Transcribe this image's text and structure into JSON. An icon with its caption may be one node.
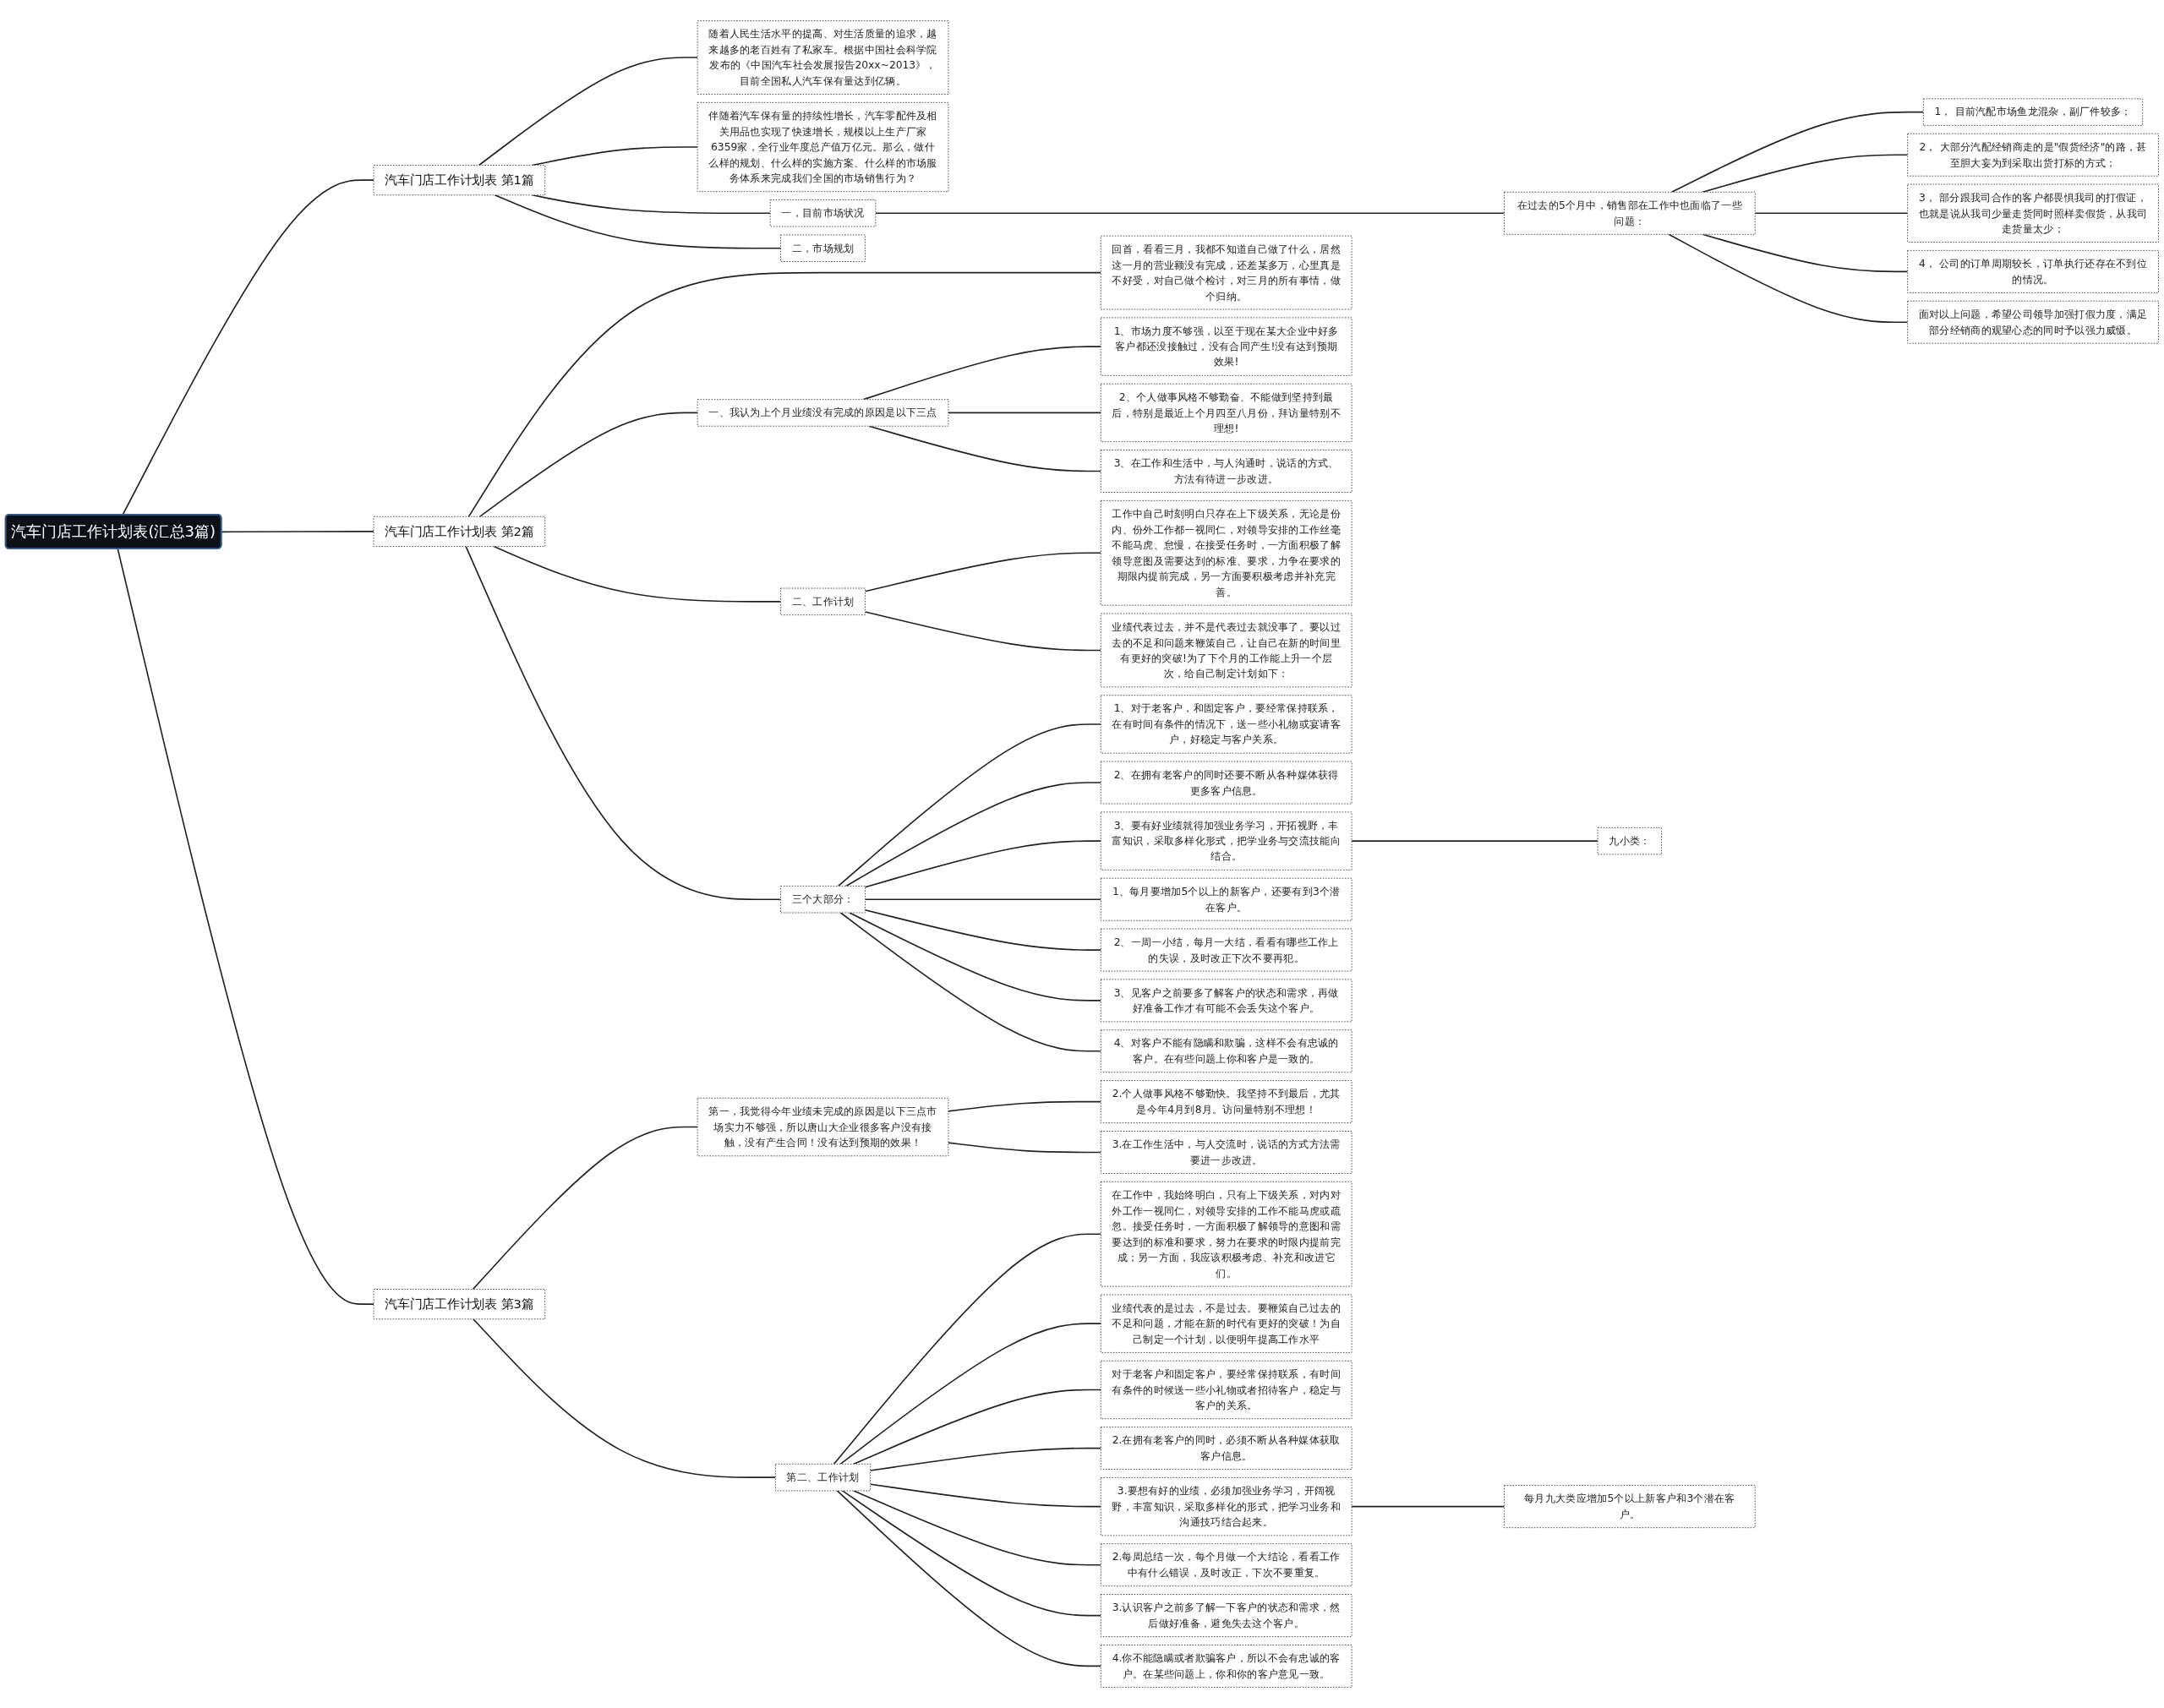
{
  "diagram": {
    "nodes": [
      {
        "text": [
          "汽车门店工作计划表(汇总3篇)"
        ]
      },
      {
        "text": [
          "汽车门店工作计划表 第1篇"
        ]
      },
      {
        "text": [
          "随着人民生活水平的提高、对生活质量的追求，越来越多的老百姓有了私家车。根据中国社会科学院发布的《中国汽车社会发展报告20xx~2013》，目前全国私人汽车保有量达到亿辆。"
        ]
      },
      {
        "text": [
          "伴随着汽车保有量的持续性增长，汽车零配件及相关用品也实现了快速增长，规模以上生产厂家6359家，全行业年度总产值万亿元。那么，做什么样的规划、什么样的实施方案、什么样的市场服务体系来完成我们全国的市场销售行为？"
        ]
      },
      {
        "text": [
          "一，目前市场状况"
        ]
      },
      {
        "text": [
          "在过去的5个月中，销售部在工作中也面临了一些问题："
        ]
      },
      {
        "text": [
          "1， 目前汽配市场鱼龙混杂，副厂件较多；"
        ]
      },
      {
        "text": [
          "2， 大部分汽配经销商走的是\"假货经济\"的路，甚至胆大妄为到采取出货打标的方式；"
        ]
      },
      {
        "text": [
          "3， 部分跟我司合作的客户都畏惧我司的打假证，也就是说从我司少量走货同时照样卖假货，从我司走货量太少；"
        ]
      },
      {
        "text": [
          "4， 公司的订单周期较长，订单执行还存在不到位的情况。"
        ]
      },
      {
        "text": [
          "面对以上问题，希望公司领导加强打假力度，满足部分经销商的观望心态的同时予以强力威慑。"
        ]
      },
      {
        "text": [
          "二，市场规划"
        ]
      },
      {
        "text": [
          "汽车门店工作计划表 第2篇"
        ]
      },
      {
        "text": [
          "回首，看看三月，我都不知道自己做了什么，居然这一月的营业额没有完成，还差某多万，心里真是不好受，对自己做个检讨，对三月的所有事情，做个归纳。"
        ]
      },
      {
        "text": [
          "一、我认为上个月业绩没有完成的原因是以下三点"
        ]
      },
      {
        "text": [
          "1、市场力度不够强，以至于现在某大企业中好多客户都还没接触过，没有合同产生!没有达到预期效果!"
        ]
      },
      {
        "text": [
          "2、个人做事风格不够勤奋、不能做到坚持到最后，特别是最近上个月四至八月份，拜访量特别不理想!"
        ]
      },
      {
        "text": [
          "3、在工作和生活中，与人沟通时，说话的方式、方法有待进一步改进。"
        ]
      },
      {
        "text": [
          "二、工作计划"
        ]
      },
      {
        "text": [
          "工作中自己时刻明白只存在上下级关系，无论是份内、份外工作都一视同仁，对领导安排的工作丝毫不能马虎、怠慢，在接受任务时，一方面积极了解领导意图及需要达到的标准、要求，力争在要求的期限内提前完成，另一方面要积极考虑并补充完善。"
        ]
      },
      {
        "text": [
          "业绩代表过去，并不是代表过去就没事了。要以过去的不足和问题来鞭策自己，让自己在新的时间里有更好的突破!为了下个月的工作能上升一个层次，给自己制定计划如下："
        ]
      },
      {
        "text": [
          "三个大部分："
        ]
      },
      {
        "text": [
          "1、对于老客户，和固定客户，要经常保持联系，在有时间有条件的情况下，送一些小礼物或宴请客户，好稳定与客户关系。"
        ]
      },
      {
        "text": [
          "2、在拥有老客户的同时还要不断从各种媒体获得更多客户信息。"
        ]
      },
      {
        "text": [
          "3、要有好业绩就得加强业务学习，开拓视野，丰富知识，采取多样化形式，把学业务与交流技能向结合。"
        ]
      },
      {
        "text": [
          "九小类："
        ]
      },
      {
        "text": [
          "1、每月要增加5个以上的新客户，还要有到3个潜在客户。"
        ]
      },
      {
        "text": [
          "2、一周一小结，每月一大结，看看有哪些工作上的失误，及时改正下次不要再犯。"
        ]
      },
      {
        "text": [
          "3、见客户之前要多了解客户的状态和需求，再做好准备工作才有可能不会丢失这个客户。"
        ]
      },
      {
        "text": [
          "4、对客户不能有隐瞒和欺骗，这样不会有忠诚的客户。在有些问题上你和客户是一致的。"
        ]
      },
      {
        "text": [
          "汽车门店工作计划表 第3篇"
        ]
      },
      {
        "text": [
          "第一，我觉得今年业绩未完成的原因是以下三点市场实力不够强，所以唐山大企业很多客户没有接触，没有产生合同！没有达到预期的效果！"
        ]
      },
      {
        "text": [
          "2.个人做事风格不够勤快。我坚持不到最后，尤其是今年4月到8月。访问量特别不理想！"
        ]
      },
      {
        "text": [
          "3.在工作生活中，与人交流时，说话的方式方法需要进一步改进。"
        ]
      },
      {
        "text": [
          "第二、工作计划"
        ]
      },
      {
        "text": [
          "在工作中，我始终明白，只有上下级关系，对内对外工作一视同仁，对领导安排的工作不能马虎或疏忽。接受任务时，一方面积极了解领导的意图和需要达到的标准和要求，努力在要求的时限内提前完成；另一方面，我应该积极考虑、补充和改进它们。"
        ]
      },
      {
        "text": [
          "业绩代表的是过去，不是过去。要鞭策自己过去的不足和问题，才能在新的时代有更好的突破！为自己制定一个计划，以便明年提高工作水平"
        ]
      },
      {
        "text": [
          "对于老客户和固定客户，要经常保持联系，有时间有条件的时候送一些小礼物或者招待客户，稳定与客户的关系。"
        ]
      },
      {
        "text": [
          "2.在拥有老客户的同时，必须不断从各种媒体获取客户信息。"
        ]
      },
      {
        "text": [
          "3.要想有好的业绩，必须加强业务学习，开阔视野，丰富知识，采取多样化的形式，把学习业务和沟通技巧结合起来。"
        ]
      },
      {
        "text": [
          "每月九大类应增加5个以上新客户和3个潜在客户。"
        ]
      },
      {
        "text": [
          "2.每周总结一次，每个月做一个大结论，看看工作中有什么错误，及时改正，下次不要重复。"
        ]
      },
      {
        "text": [
          "3.认识客户之前多了解一下客户的状态和需求，然后做好准备，避免失去这个客户。"
        ]
      },
      {
        "text": [
          "4.你不能隐瞒或者欺骗客户，所以不会有忠诚的客户。在某些问题上，你和你的客户意见一致。"
        ]
      }
    ],
    "edges": [
      {
        "from": 0,
        "to": 1,
        "arrow": "none"
      },
      {
        "from": 1,
        "to": 2,
        "arrow": "none"
      },
      {
        "from": 1,
        "to": 3,
        "arrow": "none"
      },
      {
        "from": 1,
        "to": 4,
        "arrow": "none"
      },
      {
        "from": 4,
        "to": 5,
        "arrow": "none"
      },
      {
        "from": 5,
        "to": 6,
        "arrow": "none"
      },
      {
        "from": 5,
        "to": 7,
        "arrow": "none"
      },
      {
        "from": 5,
        "to": 8,
        "arrow": "none"
      },
      {
        "from": 5,
        "to": 9,
        "arrow": "none"
      },
      {
        "from": 5,
        "to": 10,
        "arrow": "none"
      },
      {
        "from": 1,
        "to": 11,
        "arrow": "none"
      },
      {
        "from": 0,
        "to": 12,
        "arrow": "none"
      },
      {
        "from": 12,
        "to": 13,
        "arrow": "none"
      },
      {
        "from": 12,
        "to": 14,
        "arrow": "none"
      },
      {
        "from": 14,
        "to": 15,
        "arrow": "none"
      },
      {
        "from": 14,
        "to": 16,
        "arrow": "none"
      },
      {
        "from": 14,
        "to": 17,
        "arrow": "none"
      },
      {
        "from": 12,
        "to": 18,
        "arrow": "none"
      },
      {
        "from": 18,
        "to": 19,
        "arrow": "none"
      },
      {
        "from": 18,
        "to": 20,
        "arrow": "none"
      },
      {
        "from": 12,
        "to": 21,
        "arrow": "none"
      },
      {
        "from": 21,
        "to": 22,
        "arrow": "none"
      },
      {
        "from": 21,
        "to": 23,
        "arrow": "none"
      },
      {
        "from": 21,
        "to": 24,
        "arrow": "none"
      },
      {
        "from": 24,
        "to": 25,
        "arrow": "none"
      },
      {
        "from": 21,
        "to": 26,
        "arrow": "none"
      },
      {
        "from": 21,
        "to": 27,
        "arrow": "none"
      },
      {
        "from": 21,
        "to": 28,
        "arrow": "none"
      },
      {
        "from": 21,
        "to": 29,
        "arrow": "none"
      },
      {
        "from": 0,
        "to": 30,
        "arrow": "none"
      },
      {
        "from": 30,
        "to": 31,
        "arrow": "none"
      },
      {
        "from": 31,
        "to": 32,
        "arrow": "none"
      },
      {
        "from": 31,
        "to": 33,
        "arrow": "none"
      },
      {
        "from": 30,
        "to": 34,
        "arrow": "none"
      },
      {
        "from": 34,
        "to": 35,
        "arrow": "none"
      },
      {
        "from": 34,
        "to": 36,
        "arrow": "none"
      },
      {
        "from": 34,
        "to": 37,
        "arrow": "none"
      },
      {
        "from": 34,
        "to": 38,
        "arrow": "none"
      },
      {
        "from": 34,
        "to": 39,
        "arrow": "none"
      },
      {
        "from": 39,
        "to": 40,
        "arrow": "none"
      },
      {
        "from": 34,
        "to": 41,
        "arrow": "none"
      },
      {
        "from": 34,
        "to": 42,
        "arrow": "none"
      },
      {
        "from": 34,
        "to": 43,
        "arrow": "none"
      }
    ]
  }
}
